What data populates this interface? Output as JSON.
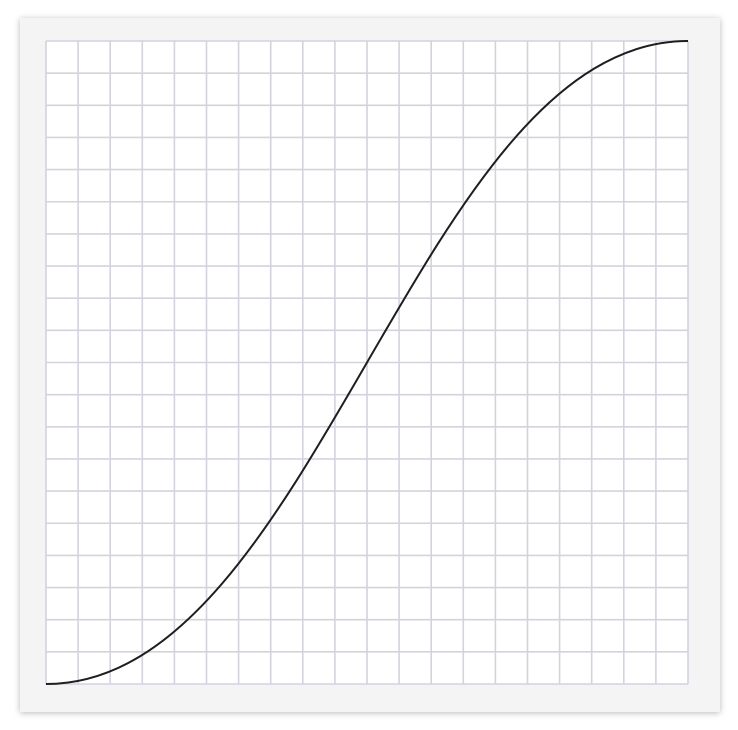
{
  "editor": {
    "grid_divisions": 20,
    "curve": {
      "type": "ease-in-out",
      "p0": [
        0,
        0
      ],
      "p1": [
        0.42,
        0
      ],
      "p2": [
        0.58,
        1
      ],
      "p3": [
        1,
        1
      ]
    },
    "colors": {
      "panel_background": "#f4f4f4",
      "grid_background": "#ffffff",
      "grid_line": "#d4d2de",
      "curve_stroke": "#1e1e1e"
    }
  }
}
